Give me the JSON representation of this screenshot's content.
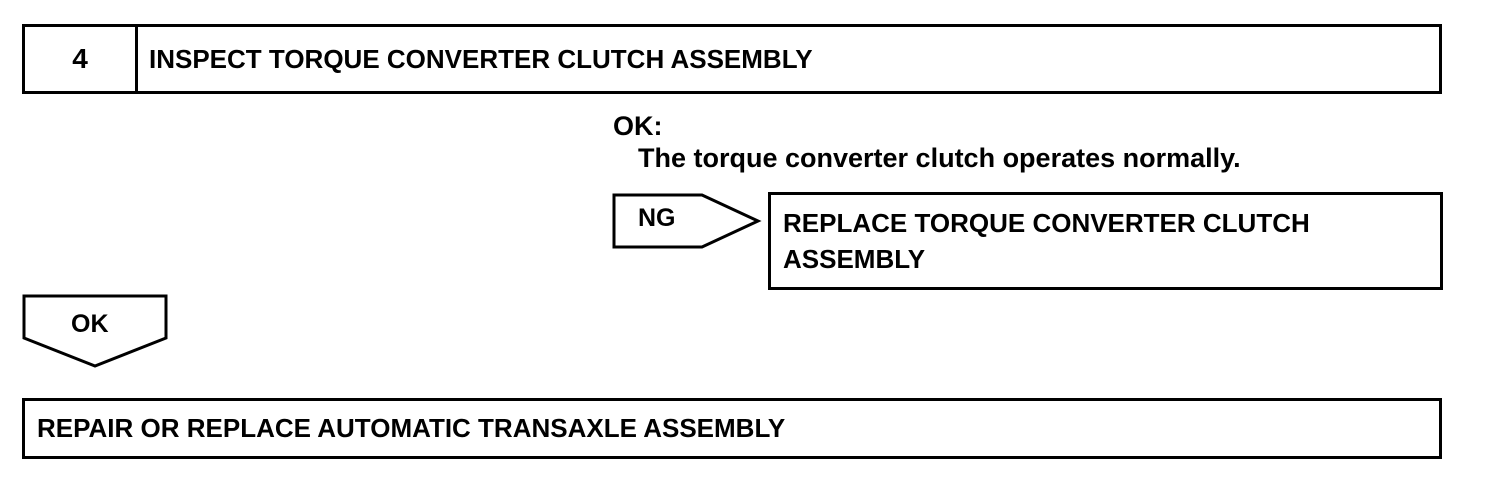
{
  "step": {
    "number": "4",
    "title": "INSPECT TORQUE CONVERTER CLUTCH ASSEMBLY"
  },
  "ok_condition": {
    "heading": "OK:",
    "text": "The torque converter clutch operates normally."
  },
  "ng_branch": {
    "label": "NG",
    "action": "REPLACE TORQUE CONVERTER CLUTCH ASSEMBLY"
  },
  "ok_branch": {
    "label": "OK"
  },
  "final_action": {
    "text": "REPAIR OR REPLACE AUTOMATIC TRANSAXLE ASSEMBLY"
  }
}
